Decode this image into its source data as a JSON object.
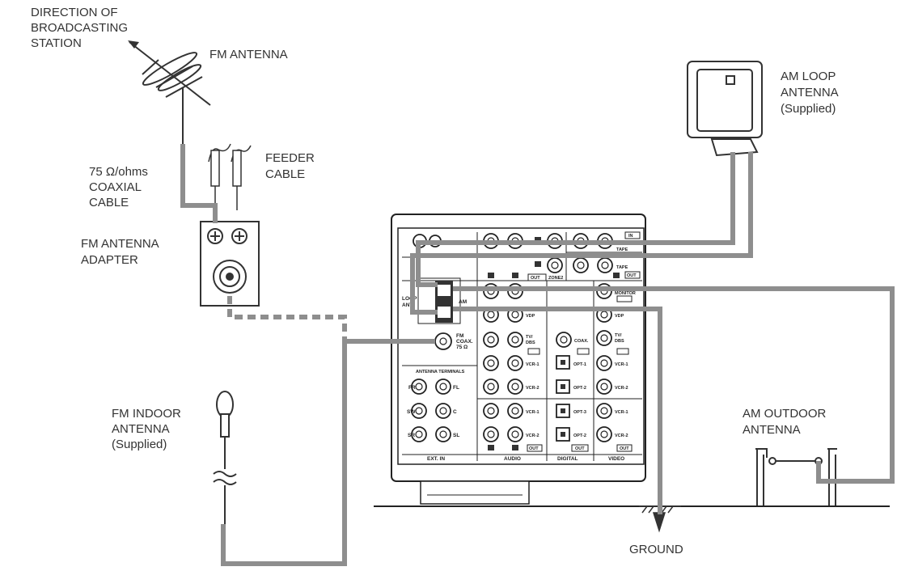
{
  "labels": {
    "direction": [
      "DIRECTION OF",
      "BROADCASTING",
      "STATION"
    ],
    "fm_antenna": "FM ANTENNA",
    "coax": [
      "75 Ω/ohms",
      "COAXIAL",
      "CABLE"
    ],
    "feeder": [
      "FEEDER",
      "CABLE"
    ],
    "adapter": [
      "FM ANTENNA",
      "ADAPTER"
    ],
    "fm_indoor": [
      "FM INDOOR",
      "ANTENNA",
      "(Supplied)"
    ],
    "am_loop": [
      "AM LOOP",
      "ANTENNA",
      "(Supplied)"
    ],
    "am_outdoor": [
      "AM OUTDOOR",
      "ANTENNA"
    ],
    "ground": "GROUND"
  },
  "panel": {
    "antenna_terminals": "ANTENNA TERMINALS",
    "loop_ant": [
      "LOOP",
      "ANT."
    ],
    "am": "AM",
    "fm": [
      "FM",
      "COAX.",
      "75 Ω"
    ],
    "ext_in": "EXT. IN",
    "audio": "AUDIO",
    "digital": "DIGITAL",
    "video": "VIDEO",
    "zone2": "ZONE2",
    "out": "OUT",
    "in": "IN",
    "tape": "TAPE",
    "vdp": "VDP",
    "tv_dbs": [
      "TV/",
      "DBS"
    ],
    "vcr1": "VCR-1",
    "vcr2": "VCR-2",
    "coax_small": "COAX.",
    "opt1": "OPT-1",
    "opt2": "OPT-2",
    "opt3": "OPT-3",
    "monitor": "MONITOR",
    "fr": "FR",
    "fl": "FL",
    "sw": "SW",
    "c": "C",
    "sr": "SR",
    "sl": "SL"
  }
}
